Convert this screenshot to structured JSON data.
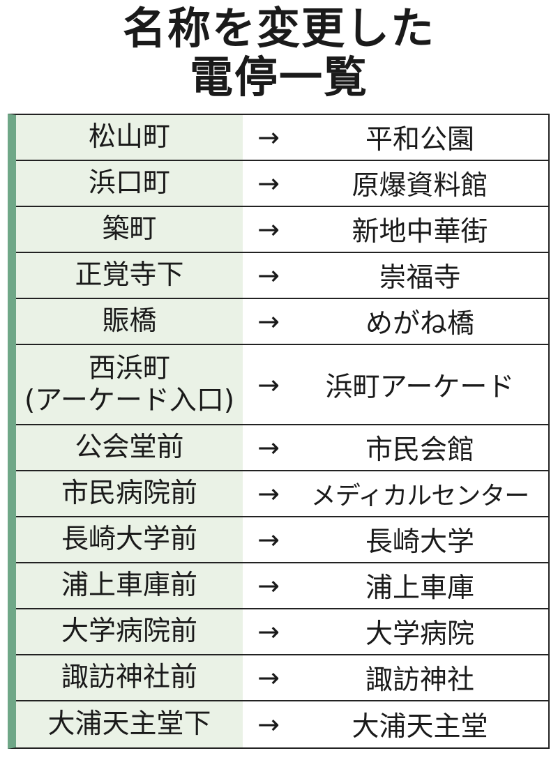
{
  "title": {
    "line1": "名称を変更した",
    "line2": "電停一覧"
  },
  "arrow": "→",
  "rows": [
    {
      "old": "松山町",
      "old_sub": "",
      "new": "平和公園"
    },
    {
      "old": "浜口町",
      "old_sub": "",
      "new": "原爆資料館"
    },
    {
      "old": "築町",
      "old_sub": "",
      "new": "新地中華街"
    },
    {
      "old": "正覚寺下",
      "old_sub": "",
      "new": "崇福寺"
    },
    {
      "old": "賑橋",
      "old_sub": "",
      "new": "めがね橋"
    },
    {
      "old": "西浜町",
      "old_sub": "(アーケード入口)",
      "new": "浜町アーケード"
    },
    {
      "old": "公会堂前",
      "old_sub": "",
      "new": "市民会館"
    },
    {
      "old": "市民病院前",
      "old_sub": "",
      "new": "メディカルセンター"
    },
    {
      "old": "長崎大学前",
      "old_sub": "",
      "new": "長崎大学"
    },
    {
      "old": "浦上車庫前",
      "old_sub": "",
      "new": "浦上車庫"
    },
    {
      "old": "大学病院前",
      "old_sub": "",
      "new": "大学病院"
    },
    {
      "old": "諏訪神社前",
      "old_sub": "",
      "new": "諏訪神社"
    },
    {
      "old": "大浦天主堂下",
      "old_sub": "",
      "new": "大浦天主堂"
    }
  ],
  "colors": {
    "accent_bar": "#6fa787",
    "old_cell_bg": "#eaf2e6",
    "border": "#222222"
  }
}
